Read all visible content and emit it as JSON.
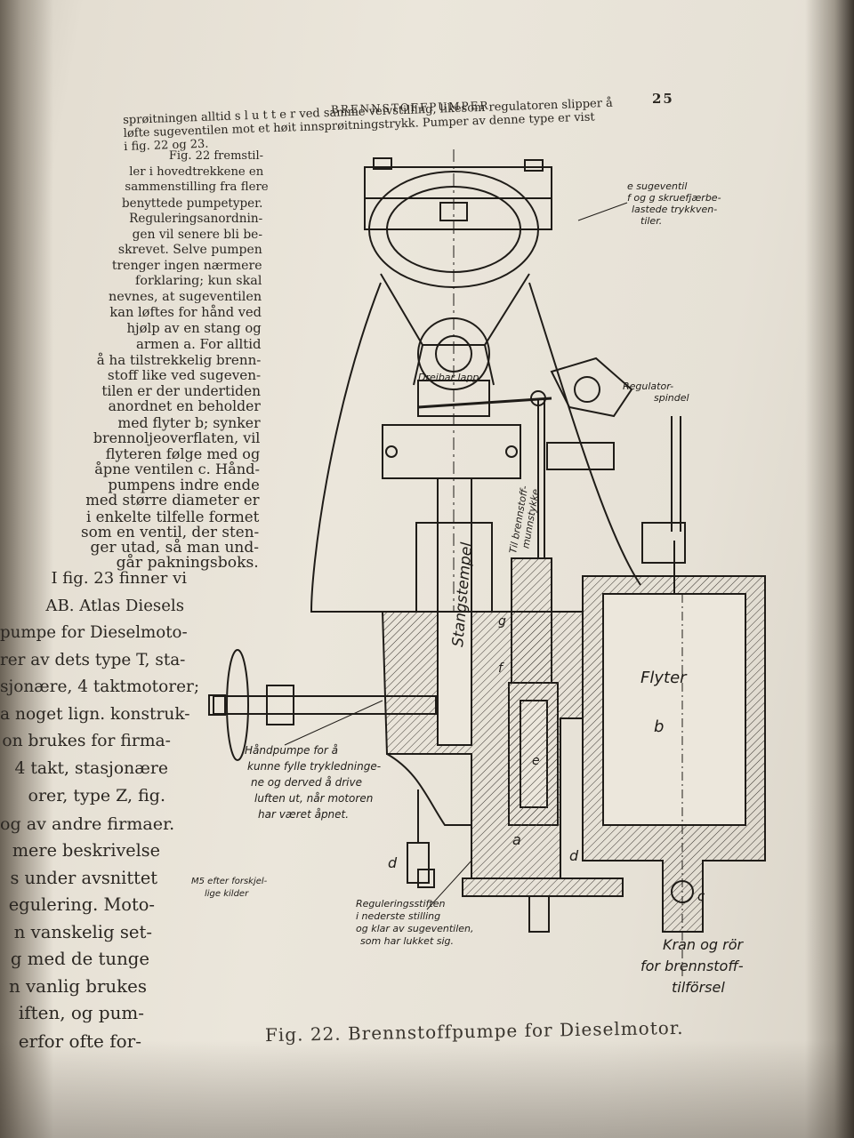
{
  "header": {
    "running_head": "BRENNSTOFFPUMPER",
    "page_number": "25"
  },
  "intro_lines": [
    "sprøitningen alltid s l u t t e r ved samme veivstilling, likesom regulatoren slipper å",
    "løfte sugeventilen mot et høit innsprøitningstrykk. Pumper av denne type er vist",
    "i fig. 22 og 23."
  ],
  "left_column_lines": [
    "Fig. 22 fremstil-",
    "ler i hovedtrekkene en",
    "sammenstilling fra flere",
    "benyttede pumpetyper.",
    "Reguleringsanordnin-",
    "gen vil senere bli be-",
    "skrevet. Selve pumpen",
    "trenger ingen nærmere",
    "forklaring; kun skal",
    "nevnes, at sugeventilen",
    "kan løftes for hånd ved",
    "hjølp av en stang og",
    "armen a. For alltid",
    "å ha tilstrekkelig brenn-",
    "stoff like ved sugeven-",
    "tilen er der undertiden",
    "anordnet en beholder",
    "med flyter b; synker",
    "brennoljeoverflaten, vil",
    "flyteren følge med og",
    "åpne ventilen c. Hånd-",
    "pumpens indre ende",
    "med større diameter er",
    "i enkelte tilfelle formet",
    "som en ventil, der sten-",
    "ger utad, så man und-",
    "går pakningsboks.",
    "I fig. 23 finner vi",
    "AB. Atlas Diesels",
    "pumpe for Dieselmoto-",
    "rer av dets type T, sta-",
    "sjonære, 4 taktmotorer;",
    "a noget lign. konstruk-",
    "on brukes for firma-",
    "4 takt, stasjonære",
    "orer, type Z, fig.",
    "og av andre firmaer.",
    "mere beskrivelse",
    "s under avsnittet",
    "egulering. Moto-",
    "n vanskelig set-",
    "g med de tunge",
    "n vanlig brukes",
    "iften, og pum-",
    "erfor ofte for-"
  ],
  "figure": {
    "labels": {
      "sugeventil": [
        "e sugeventil",
        "f og g skruefjærbe-",
        "lastede trykkven-",
        "tiler."
      ],
      "dreibar_lapp": "Dreibar lapp",
      "regulatorspindel": [
        "Regulator-",
        "spindel"
      ],
      "til_brennstoff": [
        "Til brennstoff-",
        "munnstykke"
      ],
      "stangstempel": "Stangstempel",
      "flyter": "Flyter",
      "letter_b": "b",
      "letter_g": "g",
      "letter_f": "f",
      "letter_e": "e",
      "letter_a": "a",
      "letter_d_left": "d",
      "letter_d_right": "d",
      "letter_c": "c",
      "handpumpe": [
        "Håndpumpe for å",
        "kunne fylle trykledninge-",
        "ne og derved å drive",
        "luften ut, når motoren",
        "har været åpnet."
      ],
      "m5": [
        "M5 efter forskjel-",
        "lige kilder"
      ],
      "reguleringsstiften": [
        "Reguleringsstiften",
        "i nederste stilling",
        "og klar av sugeventilen,",
        "som har lukket sig."
      ],
      "kran": [
        "Kran og rör",
        "for brennstoff-",
        "tilförsel"
      ]
    }
  },
  "caption": "Fig. 22. Brennstoffpumpe for Dieselmotor."
}
